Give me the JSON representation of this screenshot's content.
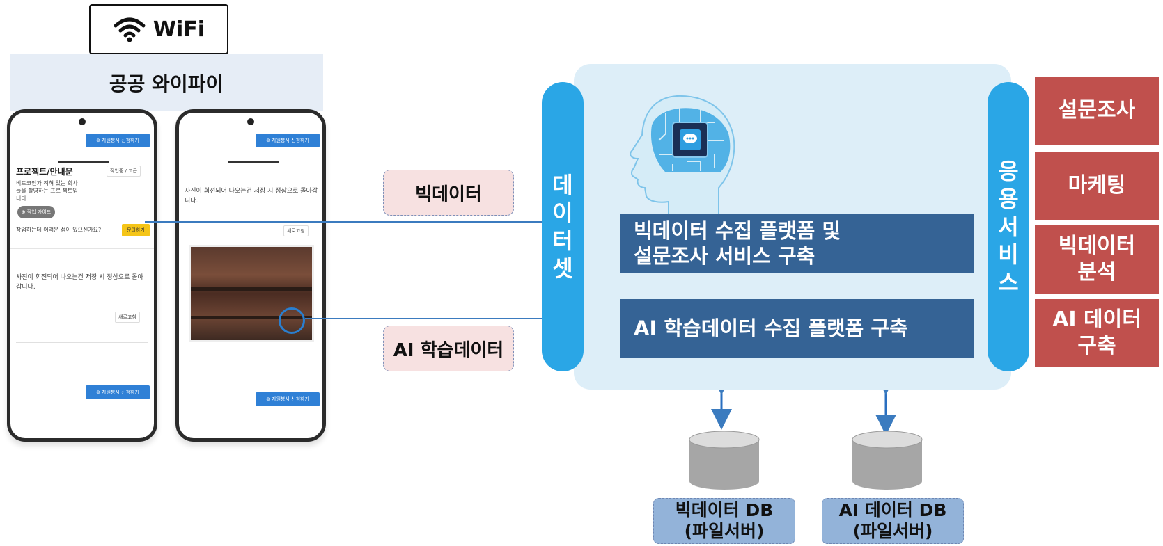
{
  "wifi_badge": {
    "text": "WiFi",
    "icon": "wifi-icon"
  },
  "public_wifi_label": "공공 와이파이",
  "phone_left": {
    "top_button": "⊕ 자원봉사 신청하기",
    "title": "프로젝트/안내문",
    "tag": "작업중 / 고급",
    "desc": "비트코인가 적혀 있는 회사들을 촬영하는 프로 젝트입니다",
    "guide_chip": "⊕ 작업 가이드",
    "question": "작업하는데 어려운 점이 있으신가요?",
    "question_btn": "문의하기",
    "body_text": "사진이 회전되어 나오는건 저장 시 정상으로 돌아갑니다.",
    "small_tag": "새로고침",
    "bottom_button": "⊕ 자원봉사 신청하기"
  },
  "phone_right": {
    "top_button": "⊕ 자원봉사 신청하기",
    "body_text": "사진이 회전되어 나오는건 저장 시 정상으로 돌아갑니다.",
    "small_tag": "새로고침",
    "bottom_button": "⊕ 자원봉사 신청하기"
  },
  "labels": {
    "bigdata": "빅데이터",
    "ai_learning": "AI 학습데이터"
  },
  "dataset_pill": [
    "데",
    "이",
    "터",
    "셋"
  ],
  "service_pill": [
    "응",
    "용",
    "서",
    "비",
    "스"
  ],
  "platform_boxes": {
    "bigdata_platform": [
      "빅데이터 수집 플랫폼 및",
      "설문조사 서비스 구축"
    ],
    "ai_platform": "AI 학습데이터 수집 플랫폼 구축"
  },
  "services": [
    {
      "lines": [
        "설문조사"
      ]
    },
    {
      "lines": [
        "마케팅"
      ]
    },
    {
      "lines": [
        "빅데이터",
        "분석"
      ]
    },
    {
      "lines": [
        "AI 데이터",
        "구축"
      ]
    }
  ],
  "databases": [
    {
      "lines": [
        "빅데이터 DB",
        "(파일서버)"
      ]
    },
    {
      "lines": [
        "AI 데이터 DB",
        "(파일서버)"
      ]
    }
  ],
  "colors": {
    "pill_blue": "#2aa6e6",
    "box_navy": "#356395",
    "service_red": "#c0504d",
    "panel_bg": "#ddeef8",
    "arrow": "#3b7bbf"
  }
}
